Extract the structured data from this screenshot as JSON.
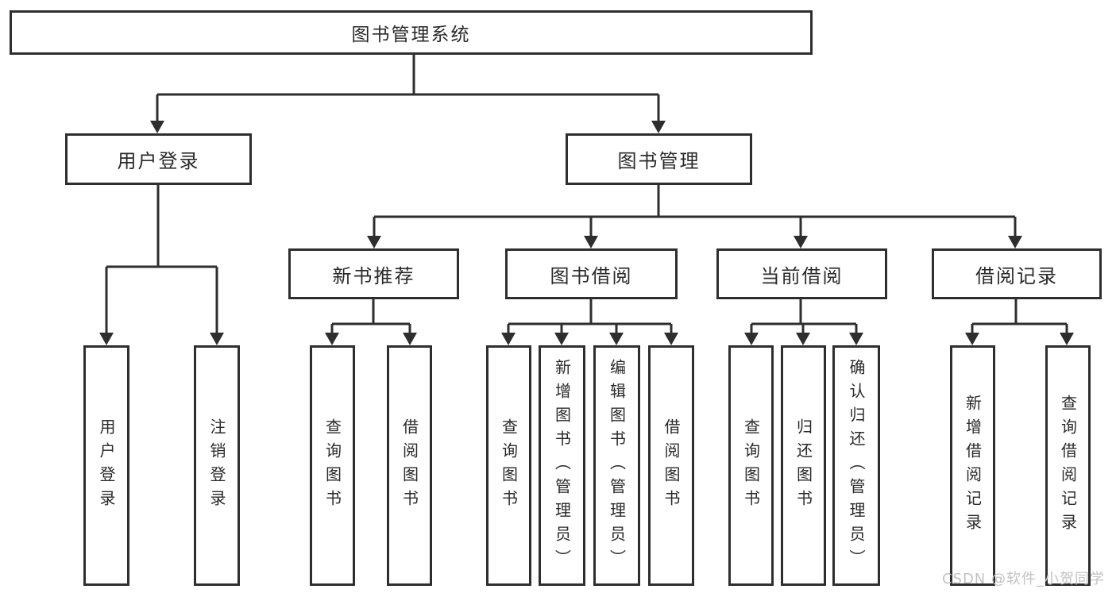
{
  "tree": {
    "root": "图书管理系统",
    "level2": [
      "用户登录",
      "图书管理"
    ],
    "level3": [
      "新书推荐",
      "图书借阅",
      "当前借阅",
      "借阅记录"
    ],
    "leaves_user_login": [
      "用户登录",
      "注销登录"
    ],
    "leaves_new_book": [
      "查询图书",
      "借阅图书"
    ],
    "leaves_book_borrow": [
      "查询图书",
      "新增图书（管理员）",
      "编辑图书（管理员）",
      "借阅图书"
    ],
    "leaves_current_borrow": [
      "查询图书",
      "归还图书",
      "确认归还（管理员）"
    ],
    "leaves_borrow_record": [
      "新增借阅记录",
      "查询借阅记录"
    ]
  },
  "watermark": "CSDN @软件_小贺同学",
  "colors": {
    "line": "#2e2e2e",
    "text": "#2a2a2a",
    "watermark": "#c3c3c3",
    "background": "#ffffff"
  }
}
